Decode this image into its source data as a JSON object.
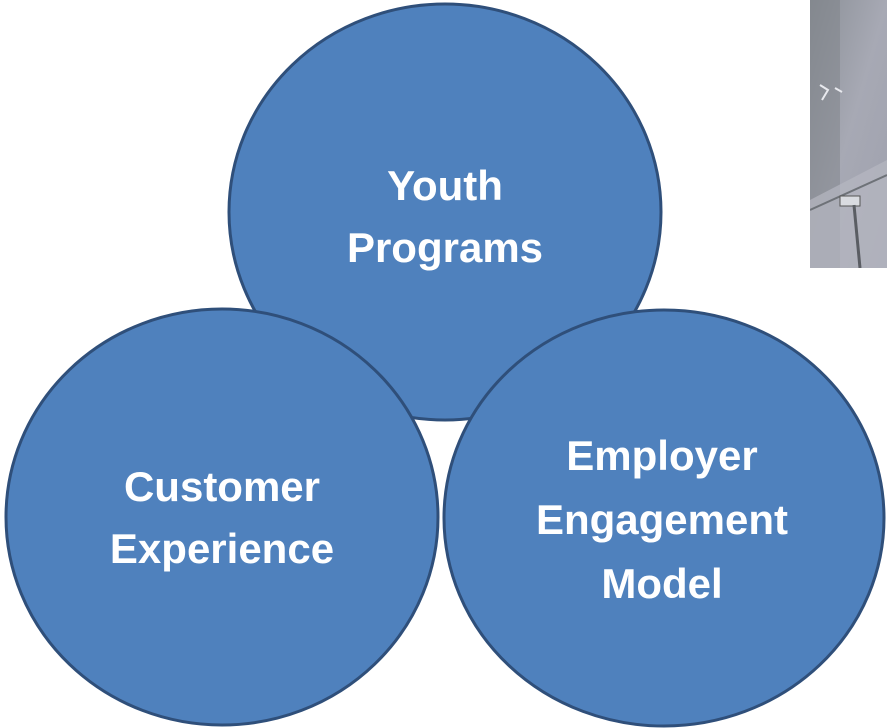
{
  "circles": {
    "youth": {
      "lines": [
        "Youth",
        "Programs"
      ]
    },
    "customer": {
      "lines": [
        "Customer",
        "Experience"
      ]
    },
    "employer": {
      "lines": [
        "Employer",
        "Engagement",
        "Model"
      ]
    }
  },
  "colors": {
    "circle_fill": "#4f81bd",
    "circle_stroke": "#2f4f7a",
    "text": "#ffffff"
  },
  "photo": {
    "icon": "cropped-photo"
  }
}
